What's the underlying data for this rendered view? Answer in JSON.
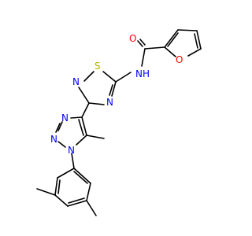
{
  "molecule": {
    "atoms": {
      "o_carbonyl": {
        "label": "O",
        "color": "#ff0000"
      },
      "o_furan": {
        "label": "O",
        "color": "#ff0000"
      },
      "nh_amide": {
        "label": "N",
        "color": "#0000ff"
      },
      "h_amide": {
        "label": "H",
        "color": "#0000ff"
      },
      "s_thiadiazole": {
        "label": "S",
        "color": "#b3b300"
      },
      "n_thiadiazole_2": {
        "label": "N",
        "color": "#0000ff"
      },
      "n_thiadiazole_4": {
        "label": "N",
        "color": "#0000ff"
      },
      "n_triazole_1": {
        "label": "N",
        "color": "#0000ff"
      },
      "n_triazole_2": {
        "label": "N",
        "color": "#0000ff"
      },
      "n_triazole_3": {
        "label": "N",
        "color": "#0000ff"
      }
    },
    "bond_color": "#000000"
  }
}
